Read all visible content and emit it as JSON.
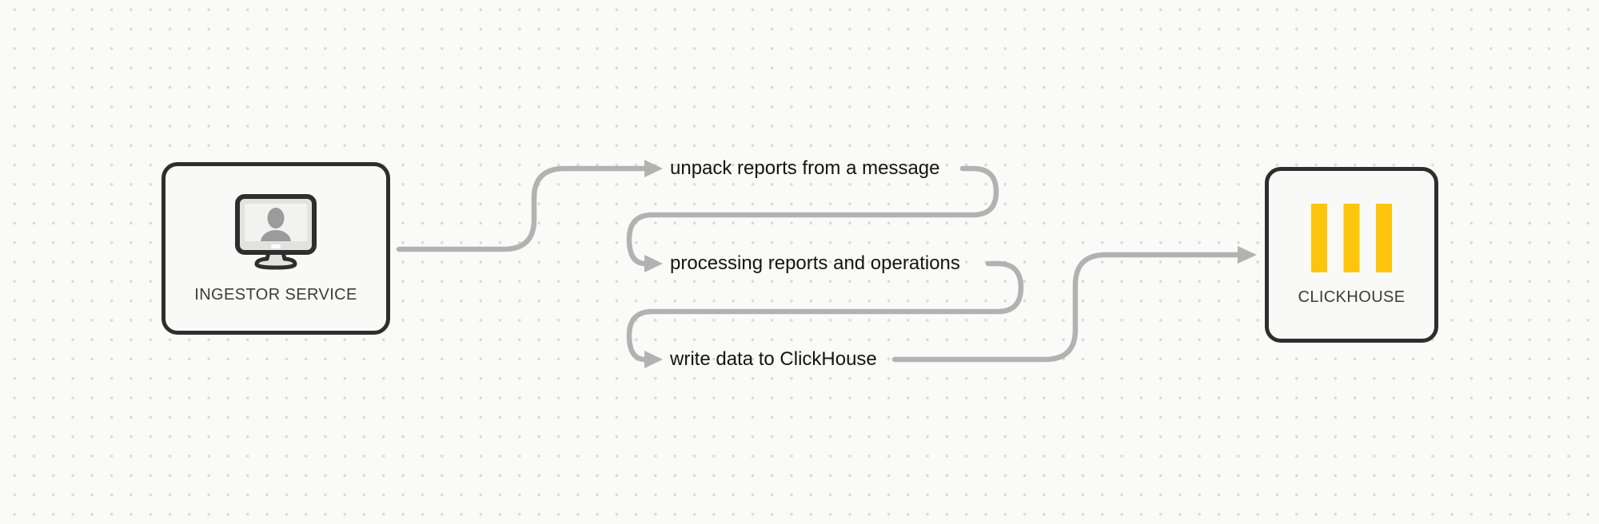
{
  "diagram": {
    "type": "flow",
    "direction": "left-to-right"
  },
  "nodes": [
    {
      "id": "ingestor",
      "label": "INGESTOR SERVICE",
      "icon": "monitor-user-icon"
    },
    {
      "id": "clickhouse",
      "label": "CLICKHOUSE",
      "icon": "clickhouse-bars-icon"
    }
  ],
  "steps": [
    {
      "label": "unpack reports from a message"
    },
    {
      "label": "processing reports and operations"
    },
    {
      "label": "write data to ClickHouse"
    }
  ],
  "edges": [
    {
      "from": "ingestor",
      "to": "unpack reports from a message"
    },
    {
      "from": "unpack reports from a message",
      "to": "processing reports and operations"
    },
    {
      "from": "processing reports and operations",
      "to": "write data to ClickHouse"
    },
    {
      "from": "write data to ClickHouse",
      "to": "clickhouse"
    }
  ],
  "colors": {
    "background": "#fafaf9",
    "dot": "#d9d9d6",
    "connector": "#b2b2b2",
    "box_border": "#2e2e2e",
    "box_fill": "#f9f9f7",
    "step_text": "#141414",
    "node_text": "#3b3b3b",
    "clickhouse_yellow": "#fec50d",
    "monitor_bezel": "#e2e2e1",
    "monitor_screen": "#f2f2f1",
    "person": "#9b9b9b"
  }
}
